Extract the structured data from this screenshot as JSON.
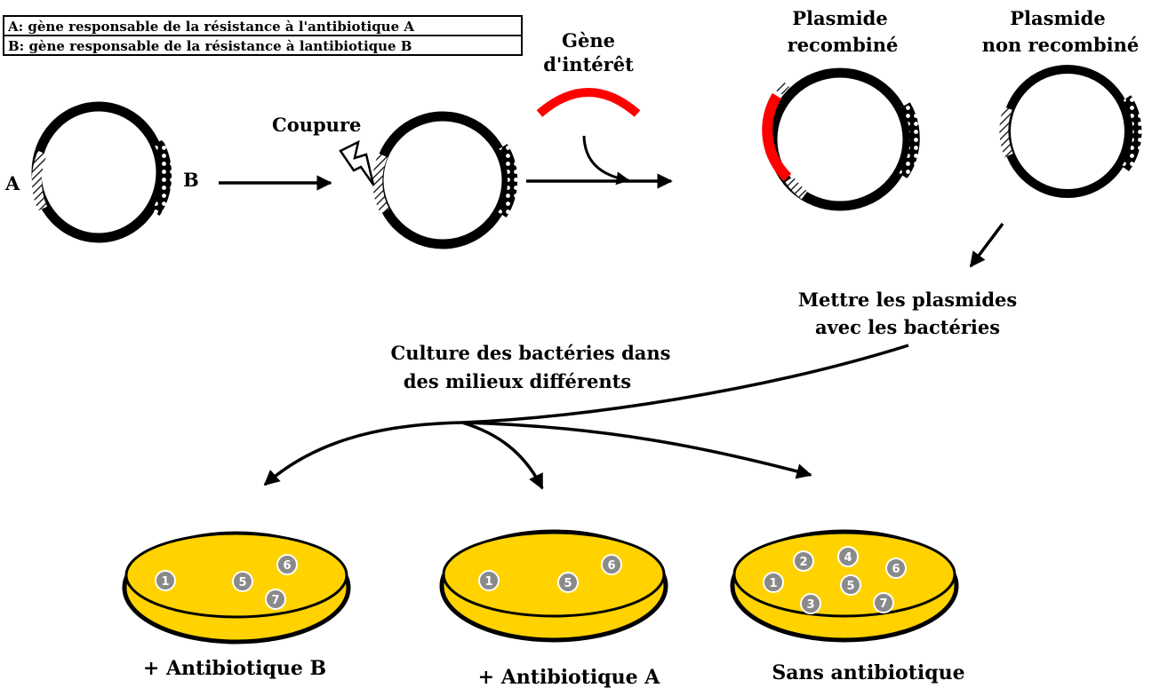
{
  "legend": {
    "line_a": "A: gène responsable de la résistance à l'antibiotique A",
    "line_b": "B: gène responsable de la résistance à lantibiotique B"
  },
  "labels": {
    "gene_a": "A",
    "gene_b": "B",
    "cut": "Coupure",
    "gene_interest_1": "Gène",
    "gene_interest_2": "d'intérêt",
    "recomb_1": "Plasmide",
    "recomb_2": "recombiné",
    "nonrecomb_1": "Plasmide",
    "nonrecomb_2": "non recombiné",
    "mix_1": "Mettre les plasmides",
    "mix_2": "avec les bactéries",
    "culture_1": "Culture des bactéries dans",
    "culture_2": "des milieux différents"
  },
  "dishes": [
    {
      "label": "+ Antibiotique B",
      "colonies": [
        "1",
        "5",
        "6",
        "7"
      ]
    },
    {
      "label": "+ Antibiotique A",
      "colonies": [
        "1",
        "5",
        "6"
      ]
    },
    {
      "label": "Sans antibiotique",
      "colonies": [
        "1",
        "2",
        "3",
        "4",
        "5",
        "6",
        "7"
      ]
    }
  ],
  "colors": {
    "plasmid": "#000000",
    "gene_of_interest": "#ff0000",
    "agar": "#ffd200",
    "colony": "#8a8a8a"
  }
}
